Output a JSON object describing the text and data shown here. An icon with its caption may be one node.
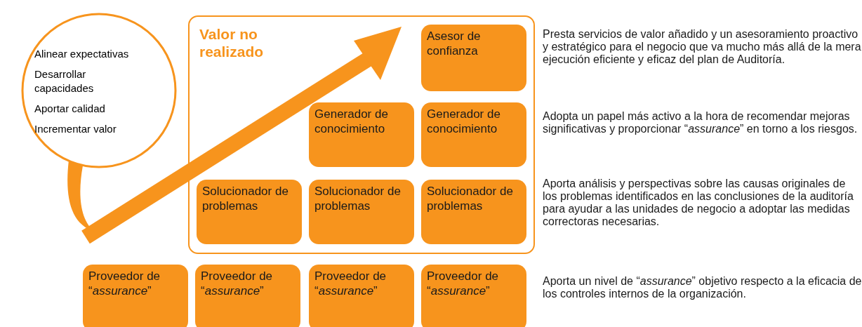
{
  "diagram": {
    "nodes": [
      {
        "text": [
          "Alinear expectativas",
          "Desarrollar capacidades",
          "Aportar calidad",
          "Incrementar valor"
        ]
      },
      {
        "text": [
          "Valor no realizado"
        ]
      },
      {
        "text": [
          "Asesor de confianza"
        ],
        "in": 1
      },
      {
        "text": [
          "Generador de conocimiento"
        ],
        "in": 1
      },
      {
        "text": [
          "Generador de conocimiento"
        ],
        "in": 1
      },
      {
        "text": [
          "Solucionador de problemas"
        ],
        "in": 1
      },
      {
        "text": [
          "Solucionador de problemas"
        ],
        "in": 1
      },
      {
        "text": [
          "Solucionador de problemas"
        ],
        "in": 1
      },
      {
        "text": [
          "Proveedor de “*assurance*”"
        ]
      },
      {
        "text": [
          "Proveedor de “*assurance*”"
        ]
      },
      {
        "text": [
          "Proveedor de “*assurance*”"
        ]
      },
      {
        "text": [
          "Proveedor de “*assurance*”"
        ]
      }
    ],
    "edges": [],
    "labels": [
      "Presta servicios de valor añadido y un asesoramiento proactivo y estratégico para el negocio que va mucho más allá de la mera ejecución eficiente y eficaz del plan de Auditoría.",
      "Adopta un papel más activo a la hora de recomendar mejoras significativas y proporcionar “*assurance*” en torno a los riesgos.",
      "Aporta análisis y perspectivas sobre las causas originales de los problemas identificados en las conclusiones de la auditoría para ayudar a las unidades de negocio a adoptar las medidas correctoras necesarias.",
      "Aporta un nivel de “*assurance*” objetivo respecto a la eficacia de los controles internos de la organización."
    ]
  }
}
